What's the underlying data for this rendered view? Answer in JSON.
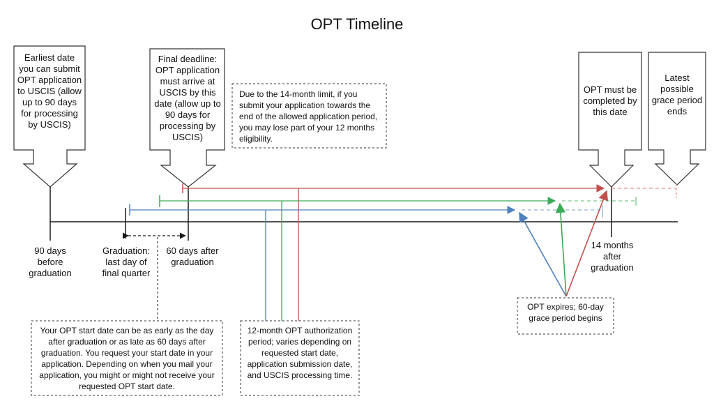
{
  "title": "OPT Timeline",
  "markers": {
    "earliest_box": "Earliest date you can submit OPT application to USCIS (allow up to 90 days for processing by USCIS)",
    "deadline_box": "Final deadline: OPT application must arrive at USCIS by this date (allow up to 90 days for processing by USCIS)",
    "completed_box": "OPT must be completed by this date",
    "grace_box": "Latest possible grace period ends"
  },
  "timeline_labels": {
    "before_grad": "90 days before graduation",
    "graduation": "Graduation: last day of final quarter",
    "after_60": "60 days after graduation",
    "after_14mo": "14 months after graduation"
  },
  "callouts": {
    "limit_note": "Due to the 14-month limit, if you submit your application towards the end of the allowed application period, you may lose part of your 12 months eligibility.",
    "start_date": "Your OPT start date can be as early as the day after graduation or as late as 60 days after graduation. You request your start date in your application. Depending on when you mail your application, you might or might not receive your requested OPT start date.",
    "auth_period": "12-month OPT authorization period; varies depending on requested start date, application submission date, and USCIS processing time.",
    "expires": "OPT expires; 60-day grace period begins"
  },
  "colors": {
    "line": "#1a1a1a",
    "red": "#c0504d",
    "green": "#3aaa57",
    "blue": "#4f81bd"
  }
}
